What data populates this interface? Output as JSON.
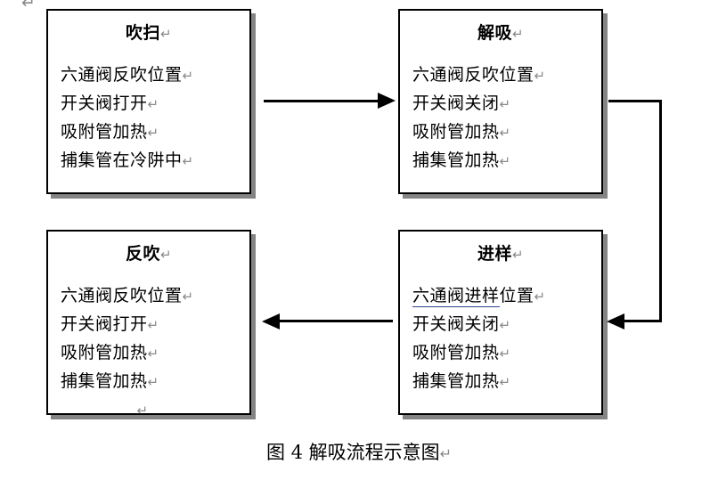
{
  "figure": {
    "caption": "图 4 解吸流程示意图",
    "caption_pilcrow": "↵",
    "stray_pilcrow": "↵"
  },
  "colors": {
    "border": "#000000",
    "shadow": "#848484",
    "connector": "#000000",
    "pilcrow": "#8a8a8a",
    "spellcheck_underline": "#2a3f8f",
    "background": "#ffffff"
  },
  "boxes": [
    {
      "id": "chui-sao",
      "title": "吹扫",
      "title_pilcrow": "↵",
      "lines": [
        {
          "text": "六通阀反吹位置",
          "pilcrow": "↵",
          "underlined": false
        },
        {
          "text": "开关阀打开",
          "pilcrow": "↵",
          "underlined": false
        },
        {
          "text": "吸附管加热",
          "pilcrow": "↵",
          "underlined": false
        },
        {
          "text": "捕集管在冷阱中",
          "pilcrow": "↵",
          "underlined": false
        }
      ],
      "trailing_blank_line": false
    },
    {
      "id": "jie-xi",
      "title": "解吸",
      "title_pilcrow": "↵",
      "lines": [
        {
          "text": "六通阀反吹位置",
          "pilcrow": "↵",
          "underlined": false
        },
        {
          "text": "开关阀关闭",
          "pilcrow": "↵",
          "underlined": false
        },
        {
          "text": "吸附管加热",
          "pilcrow": "↵",
          "underlined": false
        },
        {
          "text": "捕集管加热",
          "pilcrow": "↵",
          "underlined": false
        }
      ],
      "trailing_blank_line": false
    },
    {
      "id": "fan-chui",
      "title": "反吹",
      "title_pilcrow": "↵",
      "lines": [
        {
          "text": "六通阀反吹位置",
          "pilcrow": "↵",
          "underlined": false
        },
        {
          "text": "开关阀打开",
          "pilcrow": "↵",
          "underlined": false
        },
        {
          "text": "吸附管加热",
          "pilcrow": "↵",
          "underlined": false
        },
        {
          "text": "捕集管加热",
          "pilcrow": "↵",
          "underlined": false
        }
      ],
      "trailing_blank_line": true,
      "trailing_blank_pilcrow": "↵"
    },
    {
      "id": "jin-yang",
      "title": "进样",
      "title_pilcrow": "↵",
      "lines": [
        {
          "text": "六通阀进样",
          "text_tail": "位置",
          "pilcrow": "↵",
          "underlined": true
        },
        {
          "text": "开关阀关闭",
          "pilcrow": "↵",
          "underlined": false
        },
        {
          "text": "吸附管加热",
          "pilcrow": "↵",
          "underlined": false
        },
        {
          "text": "捕集管加热",
          "pilcrow": "↵",
          "underlined": false
        }
      ],
      "trailing_blank_line": false
    }
  ],
  "connectors": [
    {
      "id": "chui-sao-to-jie-xi",
      "direction": "right",
      "from": "吹扫",
      "to": "解吸"
    },
    {
      "id": "jie-xi-to-jin-yang",
      "direction": "down-then-left",
      "from": "解吸",
      "to": "进样"
    },
    {
      "id": "jin-yang-to-fan-chui",
      "direction": "left",
      "from": "进样",
      "to": "反吹"
    }
  ]
}
